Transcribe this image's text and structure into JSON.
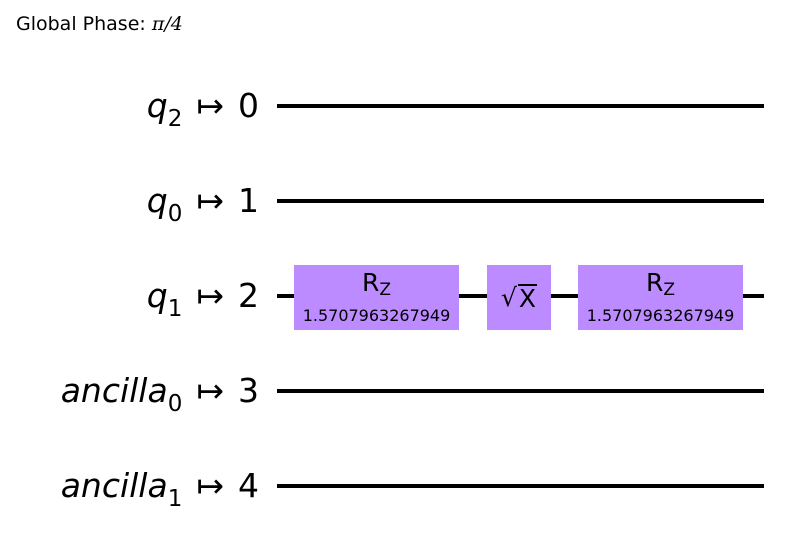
{
  "global_phase": {
    "label": "Global Phase:",
    "value": "π/4"
  },
  "arrow": "↦",
  "qubits": [
    {
      "name": "q",
      "index": "2",
      "wire": "0"
    },
    {
      "name": "q",
      "index": "0",
      "wire": "1"
    },
    {
      "name": "q",
      "index": "1",
      "wire": "2"
    },
    {
      "name": "ancilla",
      "index": "0",
      "wire": "3"
    },
    {
      "name": "ancilla",
      "index": "1",
      "wire": "4"
    }
  ],
  "gates": [
    {
      "name": "R",
      "sub": "Z",
      "param": "1.5707963267949"
    },
    {
      "radical": "√",
      "name": "X"
    },
    {
      "name": "R",
      "sub": "Z",
      "param": "1.5707963267949"
    }
  ],
  "colors": {
    "gate_fill": "#bb8bff",
    "wire": "#000000"
  }
}
